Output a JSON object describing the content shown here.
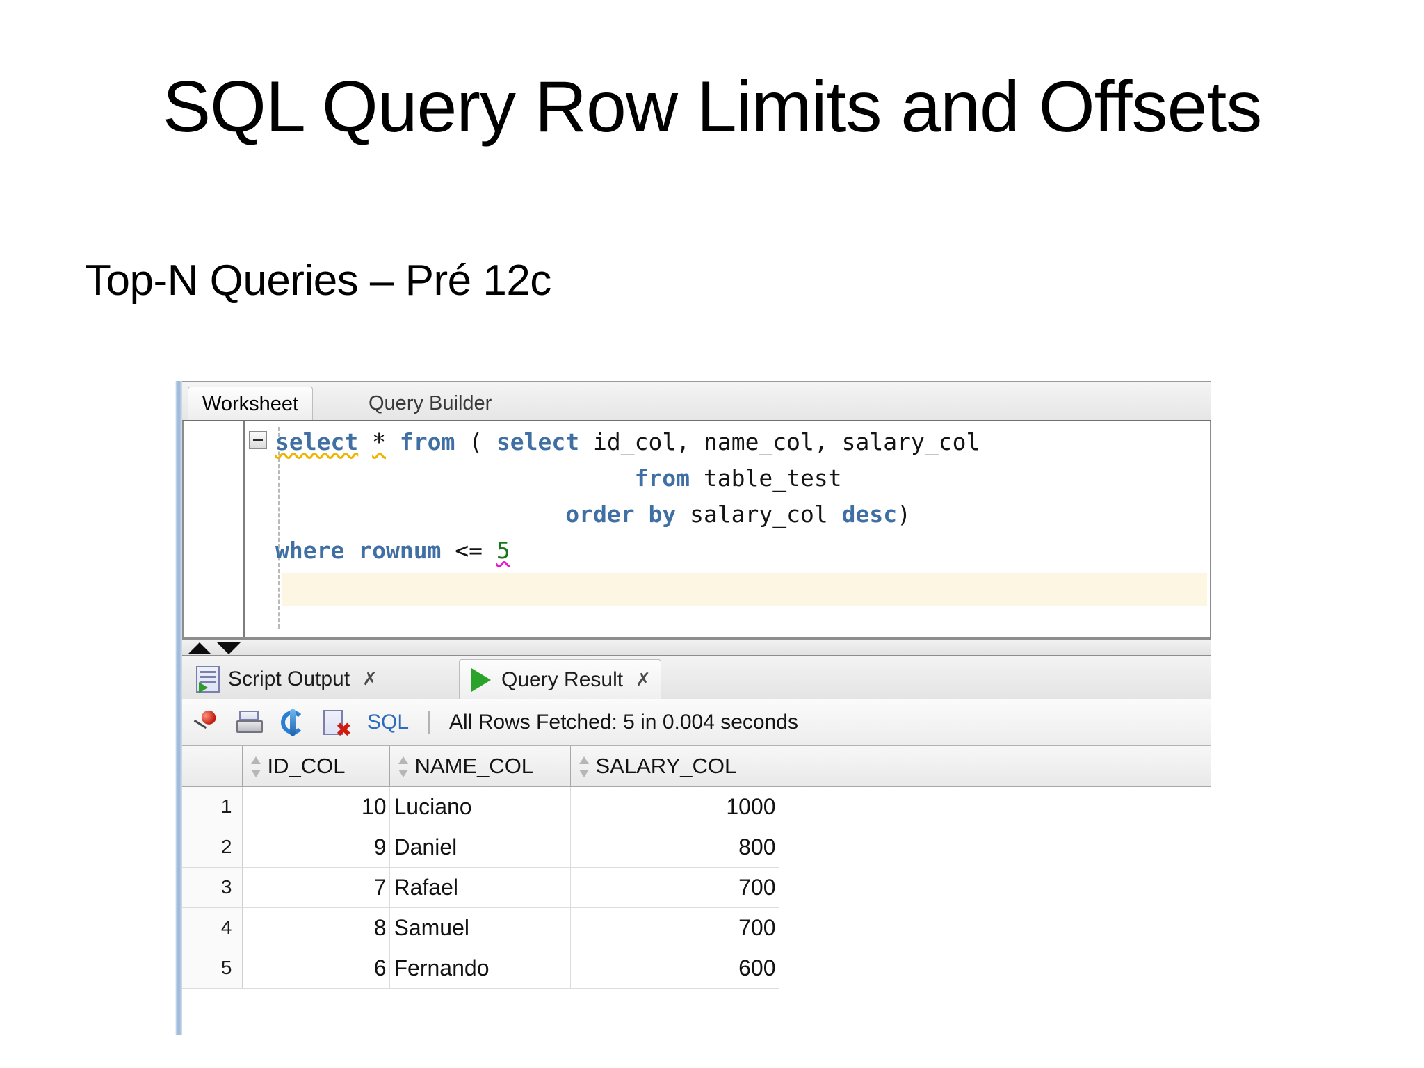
{
  "slide": {
    "title": "SQL Query Row Limits and Offsets",
    "subtitle": "Top-N Queries – Pré 12c"
  },
  "worksheet": {
    "tabs": [
      {
        "label": "Worksheet",
        "active": true
      },
      {
        "label": "Query Builder",
        "active": false
      }
    ],
    "code_lines": [
      {
        "tokens": [
          {
            "text": "select",
            "kind": "keyword",
            "squiggle": "yellow"
          },
          {
            "text": " ",
            "kind": "plain"
          },
          {
            "text": "*",
            "kind": "operator",
            "squiggle": "yellow"
          },
          {
            "text": " ",
            "kind": "plain"
          },
          {
            "text": "from",
            "kind": "keyword"
          },
          {
            "text": " ( ",
            "kind": "plain"
          },
          {
            "text": "select",
            "kind": "keyword"
          },
          {
            "text": " id_col, name_col, salary_col",
            "kind": "plain"
          }
        ]
      },
      {
        "tokens": [
          {
            "text": "                          ",
            "kind": "plain"
          },
          {
            "text": "from",
            "kind": "keyword"
          },
          {
            "text": " table_test",
            "kind": "plain"
          }
        ]
      },
      {
        "tokens": [
          {
            "text": "                     ",
            "kind": "plain"
          },
          {
            "text": "order",
            "kind": "keyword"
          },
          {
            "text": " ",
            "kind": "plain"
          },
          {
            "text": "by",
            "kind": "keyword"
          },
          {
            "text": " salary_col ",
            "kind": "plain"
          },
          {
            "text": "desc",
            "kind": "keyword"
          },
          {
            "text": ")",
            "kind": "plain"
          }
        ]
      },
      {
        "tokens": [
          {
            "text": "where",
            "kind": "keyword"
          },
          {
            "text": " ",
            "kind": "plain"
          },
          {
            "text": "rownum",
            "kind": "keyword"
          },
          {
            "text": " <= ",
            "kind": "operator"
          },
          {
            "text": "5",
            "kind": "number",
            "squiggle": "magenta"
          }
        ]
      }
    ],
    "fold_marker": "collapse"
  },
  "result_panel": {
    "tabs": [
      {
        "label": "Script Output",
        "close": "✗",
        "icon": "script-output-icon",
        "active": false
      },
      {
        "label": "Query Result",
        "close": "✗",
        "icon": "play-icon",
        "active": true
      }
    ],
    "toolbar": {
      "icons": [
        "pin-icon",
        "print-icon",
        "refresh-icon",
        "clear-results-icon"
      ],
      "sql_label": "SQL",
      "separator": "|",
      "status": "All Rows Fetched: 5 in 0.004 seconds"
    },
    "grid": {
      "columns": [
        "ID_COL",
        "NAME_COL",
        "SALARY_COL"
      ],
      "row_numbers": [
        "1",
        "2",
        "3",
        "4",
        "5"
      ],
      "rows": [
        {
          "ID_COL": "10",
          "NAME_COL": "Luciano",
          "SALARY_COL": "1000"
        },
        {
          "ID_COL": "9",
          "NAME_COL": "Daniel",
          "SALARY_COL": "800"
        },
        {
          "ID_COL": "7",
          "NAME_COL": "Rafael",
          "SALARY_COL": "700"
        },
        {
          "ID_COL": "8",
          "NAME_COL": "Samuel",
          "SALARY_COL": "700"
        },
        {
          "ID_COL": "6",
          "NAME_COL": "Fernando",
          "SALARY_COL": "600"
        }
      ]
    }
  },
  "colors": {
    "keyword": "#3f6fa3",
    "number_literal": "#18761d",
    "squiggle_warning": "#f0b400",
    "squiggle_error": "#ea18d0",
    "current_line": "#fdf6e3",
    "sql_label": "#2f6bbd",
    "selection_bar": "#9ab6da"
  }
}
